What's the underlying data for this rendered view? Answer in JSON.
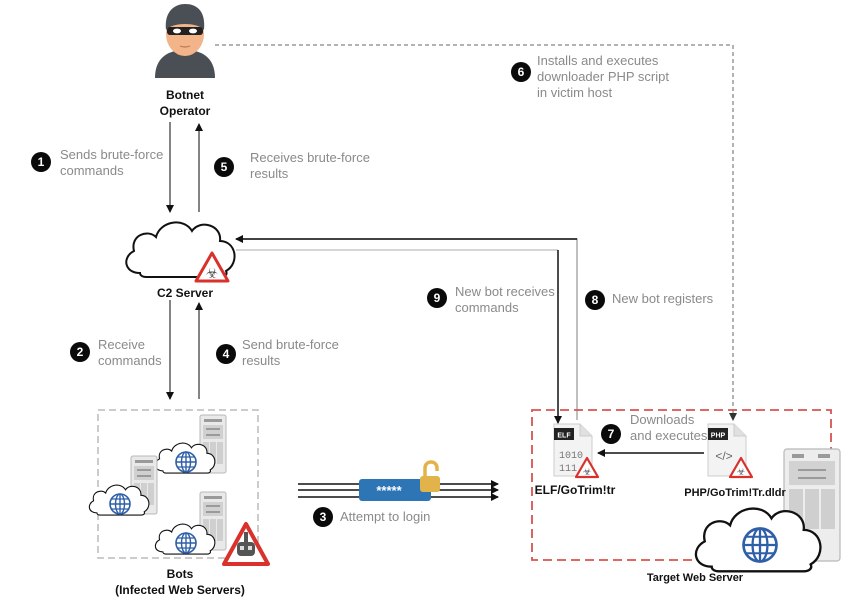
{
  "nodes": {
    "operator": {
      "lines": [
        "Botnet",
        "Operator"
      ]
    },
    "c2": {
      "label": "C2 Server"
    },
    "bots": {
      "lines": [
        "Bots",
        "(Infected Web Servers)"
      ]
    },
    "elf": {
      "label": "ELF/GoTrim!tr",
      "tag": "ELF",
      "body_lines": [
        "1010",
        "111"
      ]
    },
    "php": {
      "label": "PHP/GoTrim!Tr.dldr",
      "tag": "PHP",
      "body": "</>"
    },
    "target": {
      "label": "Target Web Server"
    },
    "password": {
      "mask": "*****"
    }
  },
  "steps": [
    {
      "num": "1",
      "lines": [
        "Sends brute-force",
        "commands"
      ]
    },
    {
      "num": "2",
      "lines": [
        "Receive",
        "commands"
      ]
    },
    {
      "num": "3",
      "lines": [
        "Attempt to login"
      ]
    },
    {
      "num": "4",
      "lines": [
        "Send brute-force",
        "results"
      ]
    },
    {
      "num": "5",
      "lines": [
        "Receives brute-force",
        "results"
      ]
    },
    {
      "num": "6",
      "lines": [
        "Installs and executes",
        "downloader PHP script",
        "in victim host"
      ]
    },
    {
      "num": "7",
      "lines": [
        "Downloads",
        "and executes"
      ]
    },
    {
      "num": "8",
      "lines": [
        "New bot registers"
      ]
    },
    {
      "num": "9",
      "lines": [
        "New bot receives",
        "commands"
      ]
    }
  ],
  "colors": {
    "alert_red": "#d9312b",
    "dashed_red": "#d9534f",
    "globe_blue": "#2f5fa8",
    "password_blue": "#2e75b6",
    "lock_gold": "#e2b34a",
    "label_gray": "#8a8a8a"
  }
}
